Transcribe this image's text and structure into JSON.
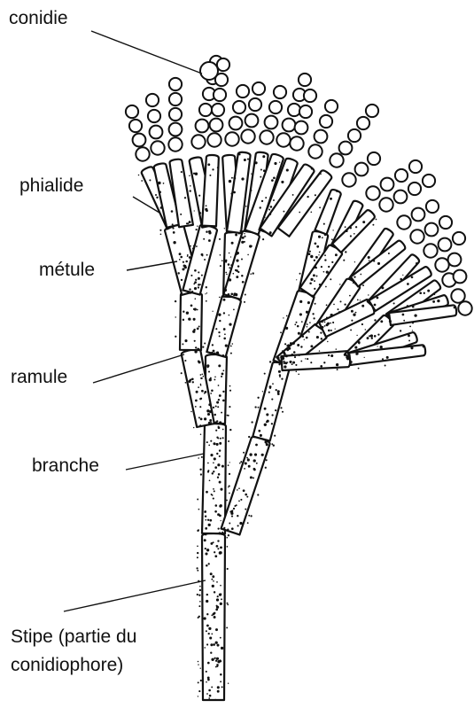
{
  "labels": {
    "conidie": "conidie",
    "phialide": "phialide",
    "metule": "métule",
    "ramule": "ramule",
    "branche": "branche",
    "stipe_line1": "Stipe (partie du",
    "stipe_line2": "conidiophore)"
  },
  "colors": {
    "ink": "#111111",
    "background": "#ffffff"
  }
}
